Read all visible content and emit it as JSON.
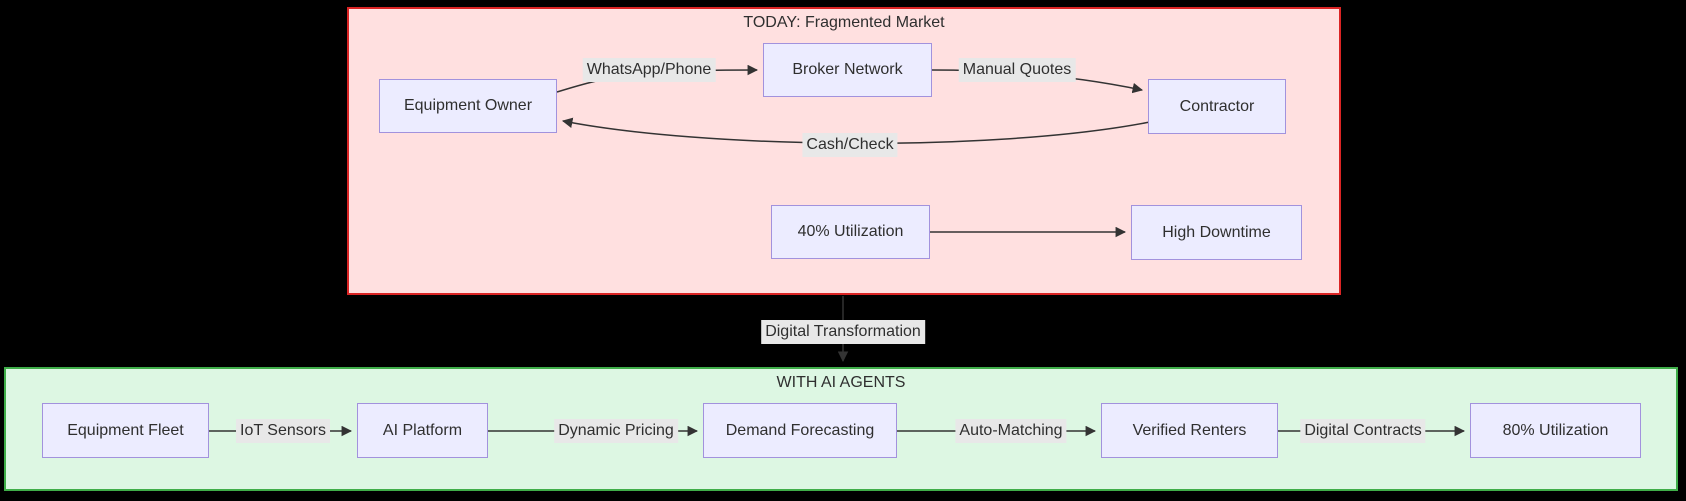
{
  "diagram": {
    "type": "flowchart",
    "background_color": "#000000",
    "colors": {
      "today_fill": "#ffe0e0",
      "today_stroke": "#db2424",
      "withai_fill": "#ddf7e3",
      "withai_stroke": "#3fae49",
      "node_fill": "#ececff",
      "node_stroke": "#a292dd",
      "edge_label_bg": "#e8e8e8",
      "edge_line": "#333333",
      "text": "#2f2f2f"
    },
    "subgraphs": {
      "today": {
        "title": "TODAY: Fragmented Market"
      },
      "with_ai": {
        "title": "WITH AI AGENTS"
      }
    },
    "nodes": {
      "equipment_owner": {
        "label": "Equipment Owner"
      },
      "broker_network": {
        "label": "Broker Network"
      },
      "contractor": {
        "label": "Contractor"
      },
      "utilization_40": {
        "label": "40% Utilization"
      },
      "high_downtime": {
        "label": "High Downtime"
      },
      "equipment_fleet": {
        "label": "Equipment Fleet"
      },
      "ai_platform": {
        "label": "AI Platform"
      },
      "demand_forecasting": {
        "label": "Demand Forecasting"
      },
      "verified_renters": {
        "label": "Verified Renters"
      },
      "utilization_80": {
        "label": "80% Utilization"
      }
    },
    "edge_labels": {
      "whatsapp_phone": "WhatsApp/Phone",
      "manual_quotes": "Manual Quotes",
      "cash_check": "Cash/Check",
      "digital_transformation": "Digital Transformation",
      "iot_sensors": "IoT Sensors",
      "dynamic_pricing": "Dynamic Pricing",
      "auto_matching": "Auto-Matching",
      "digital_contracts": "Digital Contracts"
    },
    "edges": [
      {
        "from": "Equipment Owner",
        "to": "Broker Network",
        "label": "WhatsApp/Phone"
      },
      {
        "from": "Broker Network",
        "to": "Contractor",
        "label": "Manual Quotes"
      },
      {
        "from": "Contractor",
        "to": "Equipment Owner",
        "label": "Cash/Check"
      },
      {
        "from": "40% Utilization",
        "to": "High Downtime",
        "label": ""
      },
      {
        "from": "TODAY: Fragmented Market",
        "to": "WITH AI AGENTS",
        "label": "Digital Transformation"
      },
      {
        "from": "Equipment Fleet",
        "to": "AI Platform",
        "label": "IoT Sensors"
      },
      {
        "from": "AI Platform",
        "to": "Demand Forecasting",
        "label": "Dynamic Pricing"
      },
      {
        "from": "Demand Forecasting",
        "to": "Verified Renters",
        "label": "Auto-Matching"
      },
      {
        "from": "Verified Renters",
        "to": "80% Utilization",
        "label": "Digital Contracts"
      }
    ]
  }
}
